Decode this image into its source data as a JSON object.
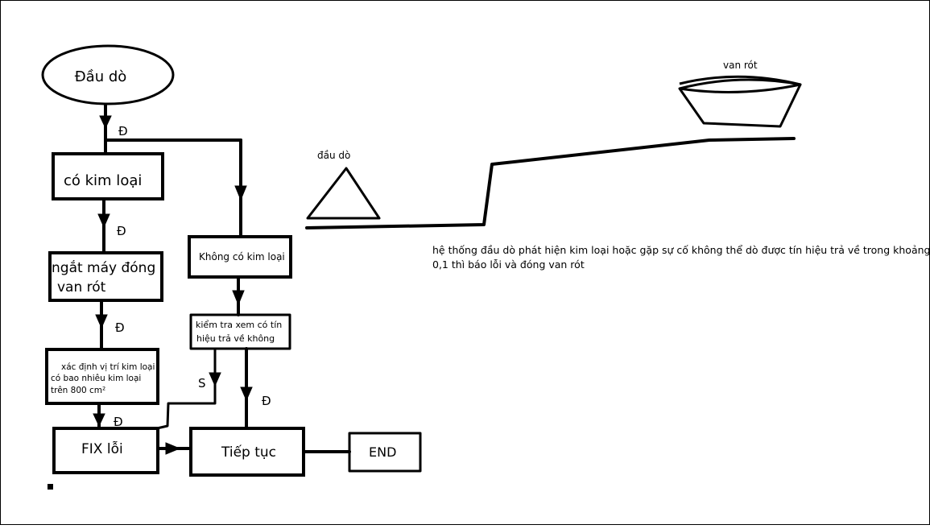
{
  "flowchart": {
    "start": "Đầu dò",
    "nodes": {
      "co_kim_loai": "có kim loại",
      "ngat_may_line1": "ngắt máy đóng",
      "ngat_may_line2": "van rót",
      "xac_dinh_line1": "xác định vị trí kim loại",
      "xac_dinh_line2": "có bao nhiêu kim loại",
      "xac_dinh_line3": "trên 800 cm²",
      "fix_loi": "FIX lỗi",
      "khong_co_kim_loai": "Không có kim loại",
      "kiem_tra_line1": "kiểm tra xem có tín",
      "kiem_tra_line2": "hiệu trả về không",
      "tiep_tuc": "Tiếp tục",
      "end": "END"
    },
    "edge_labels": {
      "d1": "Đ",
      "d2": "Đ",
      "d3": "Đ",
      "d4": "Đ",
      "d5": "Đ",
      "s": "S"
    }
  },
  "sketch": {
    "probe_label": "đầu dò",
    "valve_label": "van rót"
  },
  "description": {
    "line1": "hệ thống đầu dò phát hiện kim loại hoặc gặp sự cố không thể dò được tín hiệu trả về trong khoảng",
    "line2": "0,1 thì báo lỗi và đóng van rót"
  }
}
